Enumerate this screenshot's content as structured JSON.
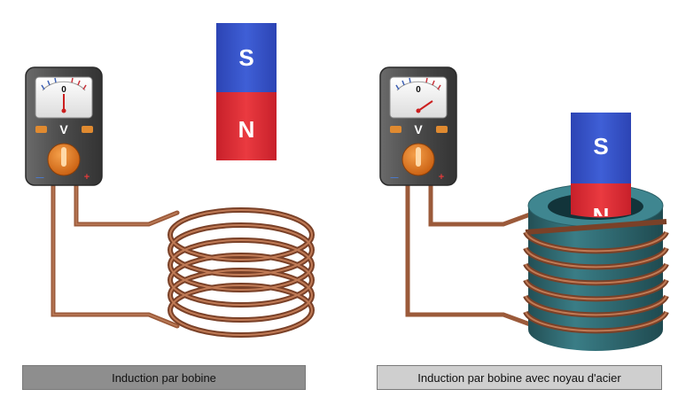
{
  "scene_left": {
    "meter": {
      "zero_label": "0",
      "unit_label": "V",
      "minus_label": "—",
      "plus_label": "+"
    },
    "magnet": {
      "north_label": "N",
      "south_label": "S"
    }
  },
  "scene_right": {
    "meter": {
      "zero_label": "0",
      "unit_label": "V",
      "minus_label": "—",
      "plus_label": "+"
    },
    "magnet": {
      "north_label": "N",
      "south_label": "S"
    }
  },
  "buttons": {
    "coil_label": "Induction par bobine",
    "core_label": "Induction par bobine avec noyau d'acier"
  },
  "colors": {
    "magnet_south": "#3550c8",
    "magnet_north": "#dd2d33",
    "copper": "#9b5a3a",
    "steel_core": "#2e6b72",
    "meter_body": "#4a4a4a",
    "selected_button": "#8e8e8e",
    "unselected_button": "#cfcfcf"
  }
}
